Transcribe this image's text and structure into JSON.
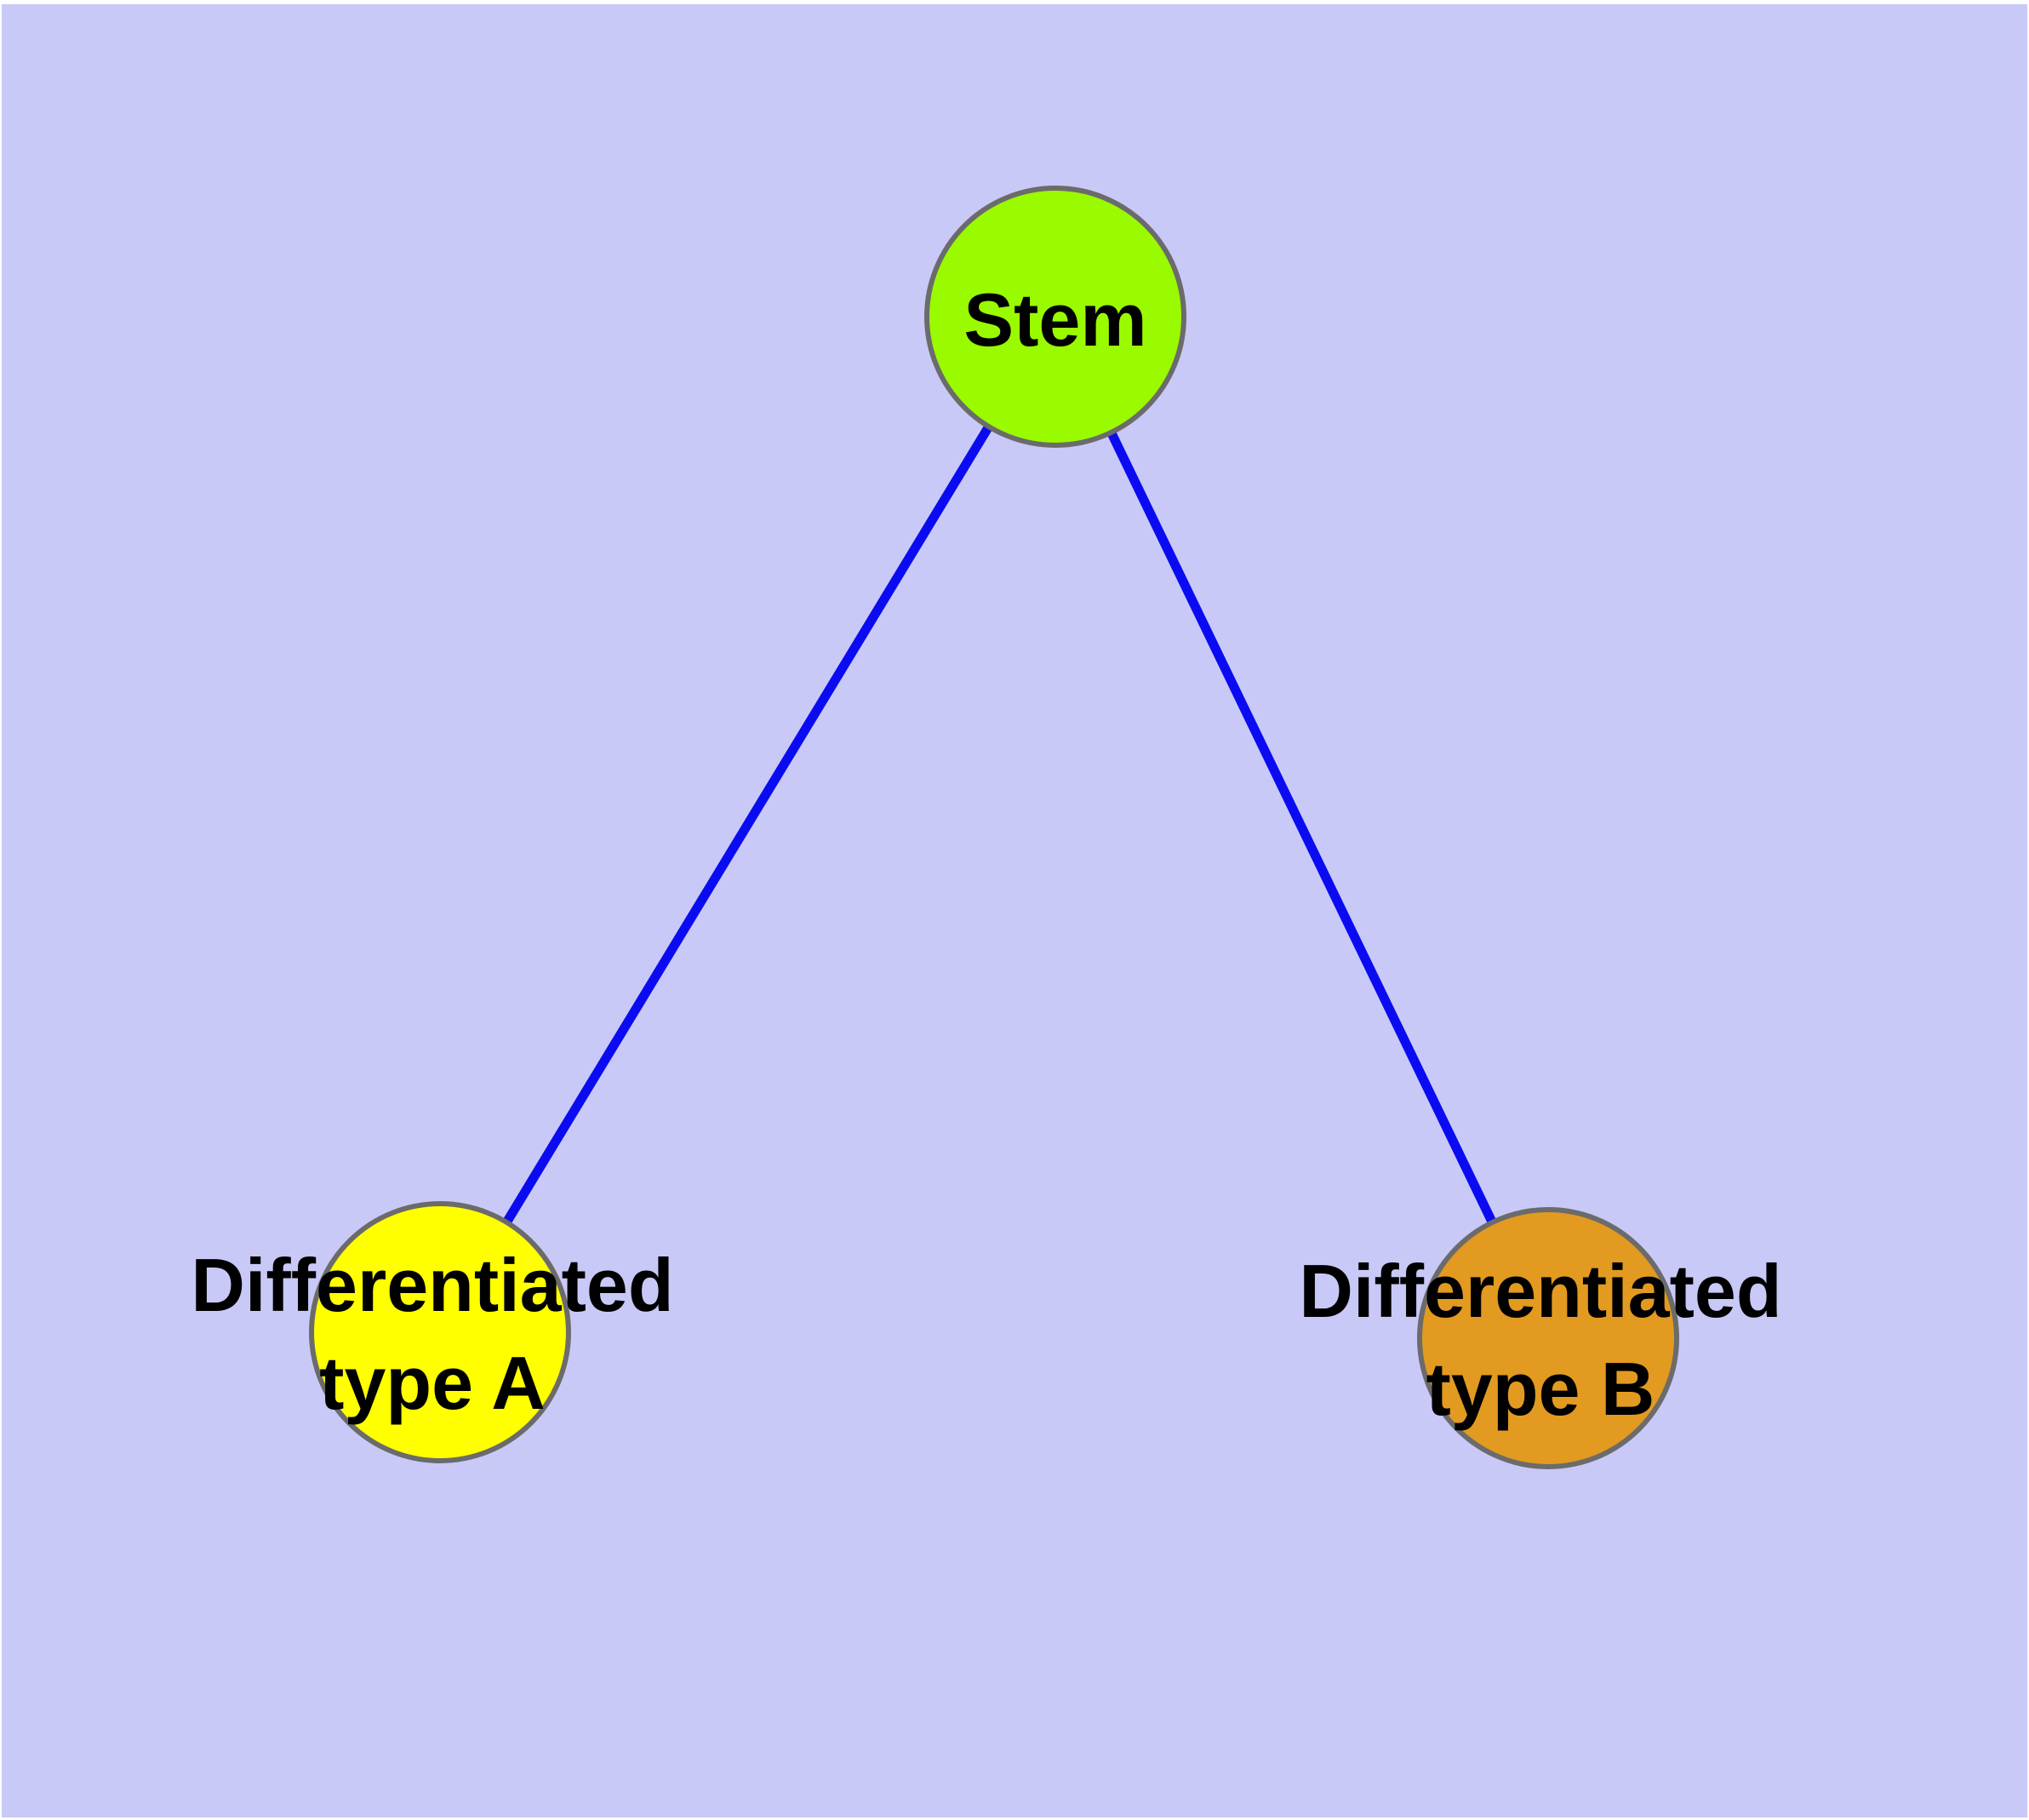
{
  "diagram": {
    "type": "graph",
    "background_color": "#c9c9f7",
    "frame_color": "#ffffff",
    "text_color": "#000000",
    "node_border_color": "#6b6b6b",
    "edge_color": "#0b0bf2",
    "nodes": {
      "stem": {
        "label": "Stem",
        "color": "#9afa00"
      },
      "type_a": {
        "label_line1": "Differentiated",
        "label_line2": "type A",
        "color": "#ffff00"
      },
      "type_b": {
        "label_line1": "Differentiated",
        "label_line2": "type B",
        "color": "#e29a20"
      }
    },
    "edges": [
      {
        "from": "Stem",
        "to": "Differentiated type A"
      },
      {
        "from": "Stem",
        "to": "Differentiated type B"
      }
    ]
  }
}
